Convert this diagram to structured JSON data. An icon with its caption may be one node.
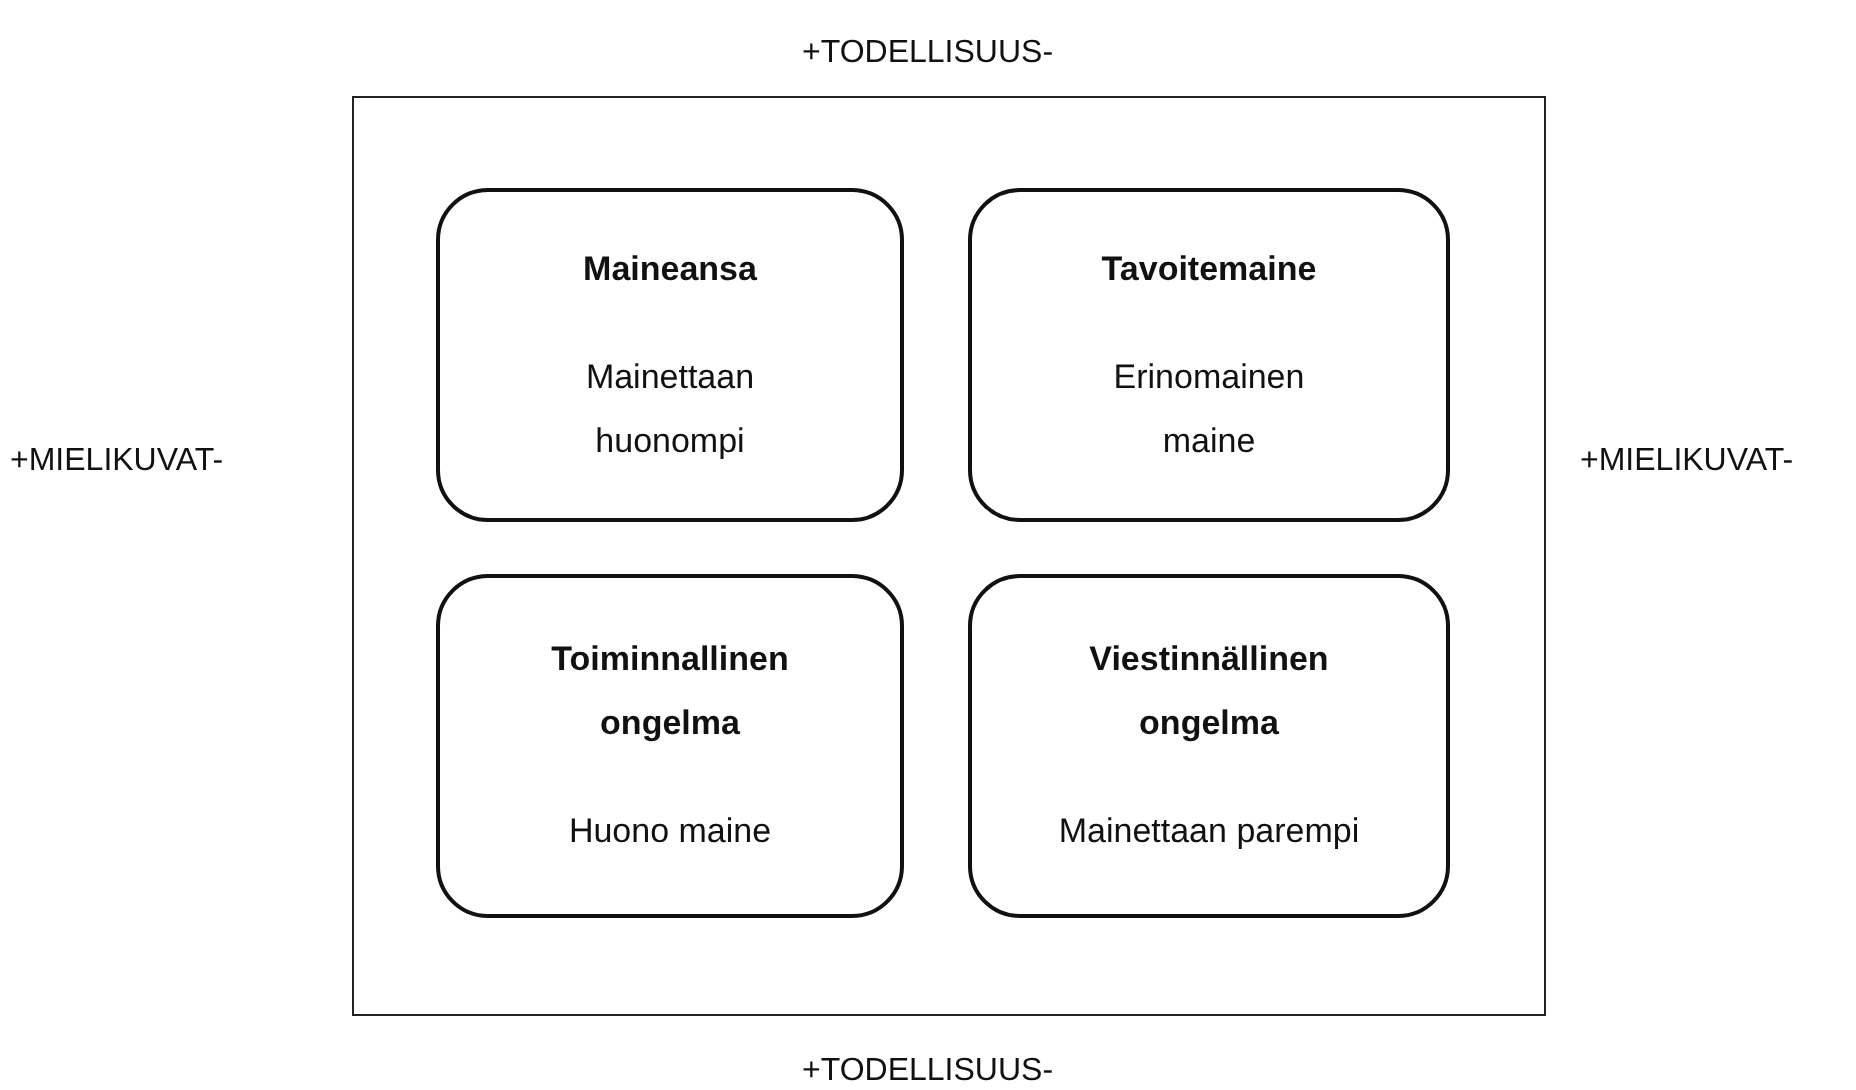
{
  "diagram": {
    "nodes": [
      {
        "text": [],
        "shape": "box"
      },
      {
        "text": [
          "Maineansa",
          "Mainettaan huonompi"
        ],
        "in": 0
      },
      {
        "text": [
          "Tavoitemaine",
          "Erinomainen maine"
        ],
        "in": 0
      },
      {
        "text": [
          "Toiminnallinen ongelma",
          "Huono maine"
        ],
        "in": 0
      },
      {
        "text": [
          "Viestinnällinen ongelma",
          "Mainettaan parempi"
        ],
        "in": 0
      }
    ],
    "edges": [],
    "labels": [
      "+TODELLISUUS-",
      "+MIELIKUVAT-",
      "+MIELIKUVAT-",
      "+TODELLISUUS-"
    ]
  }
}
